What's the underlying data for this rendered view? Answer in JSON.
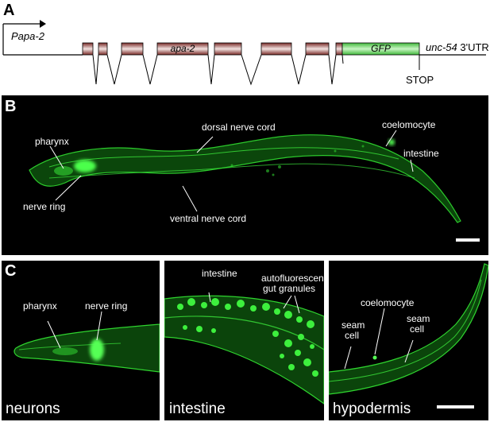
{
  "panelA": {
    "letter": "A",
    "promoter": "Papa-2",
    "gene": "apa-2",
    "reporter": "GFP",
    "utr_italic": "unc-54",
    "utr_suffix": " 3'UTR",
    "stop": "STOP",
    "colors": {
      "exon": "#a8403c",
      "gfp": "#64e05a"
    }
  },
  "panelB": {
    "letter": "B",
    "labels": {
      "pharynx": "pharynx",
      "nerve_ring": "nerve ring",
      "dorsal": "dorsal nerve cord",
      "ventral": "ventral nerve cord",
      "coelomocyte": "coelomocyte",
      "intestine": "intestine"
    }
  },
  "panelC": {
    "letter": "C",
    "neurons": {
      "title": "neurons",
      "pharynx": "pharynx",
      "nerve_ring": "nerve ring"
    },
    "intestine": {
      "title": "intestine",
      "intestine": "intestine",
      "granules_line1": "autofluorescent",
      "granules_line2": "gut granules"
    },
    "hypodermis": {
      "title": "hypodermis",
      "coelomocyte": "coelomocyte",
      "seam1_line1": "seam",
      "seam1_line2": "cell",
      "seam2_line1": "seam",
      "seam2_line2": "cell"
    }
  }
}
